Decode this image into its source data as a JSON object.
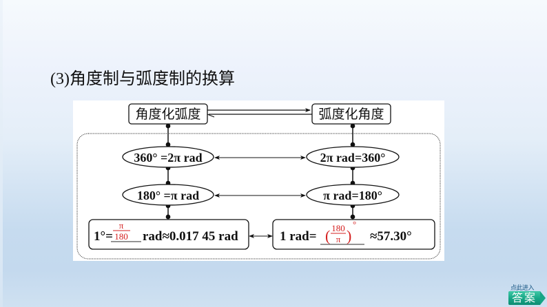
{
  "heading": "(3)角度制与弧度制的换算",
  "diagram": {
    "left_header": "角度化弧度",
    "right_header": "弧度化角度",
    "left_ellipse_1": "360° =2π rad",
    "right_ellipse_1": "2π rad=360°",
    "left_ellipse_2": "180° =π rad",
    "right_ellipse_2": "π rad=180°",
    "left_box": {
      "prefix": "1°=",
      "fraction_numerator": "π",
      "fraction_denominator": "180",
      "suffix": "rad≈0.017 45 rad"
    },
    "right_box": {
      "prefix": "1 rad=",
      "fill_in": "(180/π)°",
      "fill_numerator": "180",
      "fill_denominator": "π",
      "fill_degree": "°",
      "suffix": "≈57.30°"
    },
    "colors": {
      "answer_red": "#d41e1e",
      "line": "#111111"
    }
  },
  "answer_button": {
    "caption": "点此进入",
    "label": "答案",
    "color": "#15a585"
  }
}
